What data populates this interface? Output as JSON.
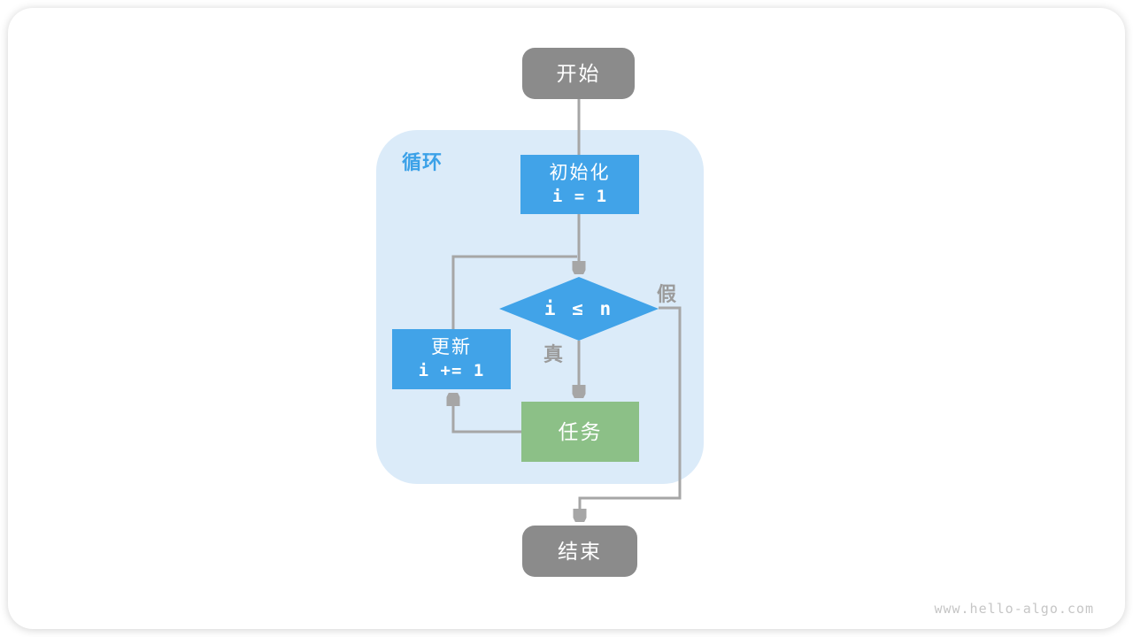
{
  "diagram": {
    "loop_label": "循环",
    "nodes": {
      "start": {
        "label": "开始"
      },
      "init": {
        "title": "初始化",
        "code": "i = 1"
      },
      "condition": {
        "label": "i ≤ n"
      },
      "update": {
        "title": "更新",
        "code": "i += 1"
      },
      "task": {
        "label": "任务"
      },
      "end": {
        "label": "结束"
      }
    },
    "edge_labels": {
      "false_branch": "假",
      "true_branch": "真"
    },
    "watermark": "www.hello-algo.com",
    "colors": {
      "terminal_gray": "#8b8b8b",
      "process_blue": "#41a3e8",
      "task_green": "#8cc087",
      "loop_background": "#dbebf9",
      "loop_label_blue": "#3ba1e8",
      "connector_gray": "#a6a6a6",
      "edge_label_gray": "#9b9b9b",
      "watermark_gray": "#c6c6c6"
    }
  }
}
